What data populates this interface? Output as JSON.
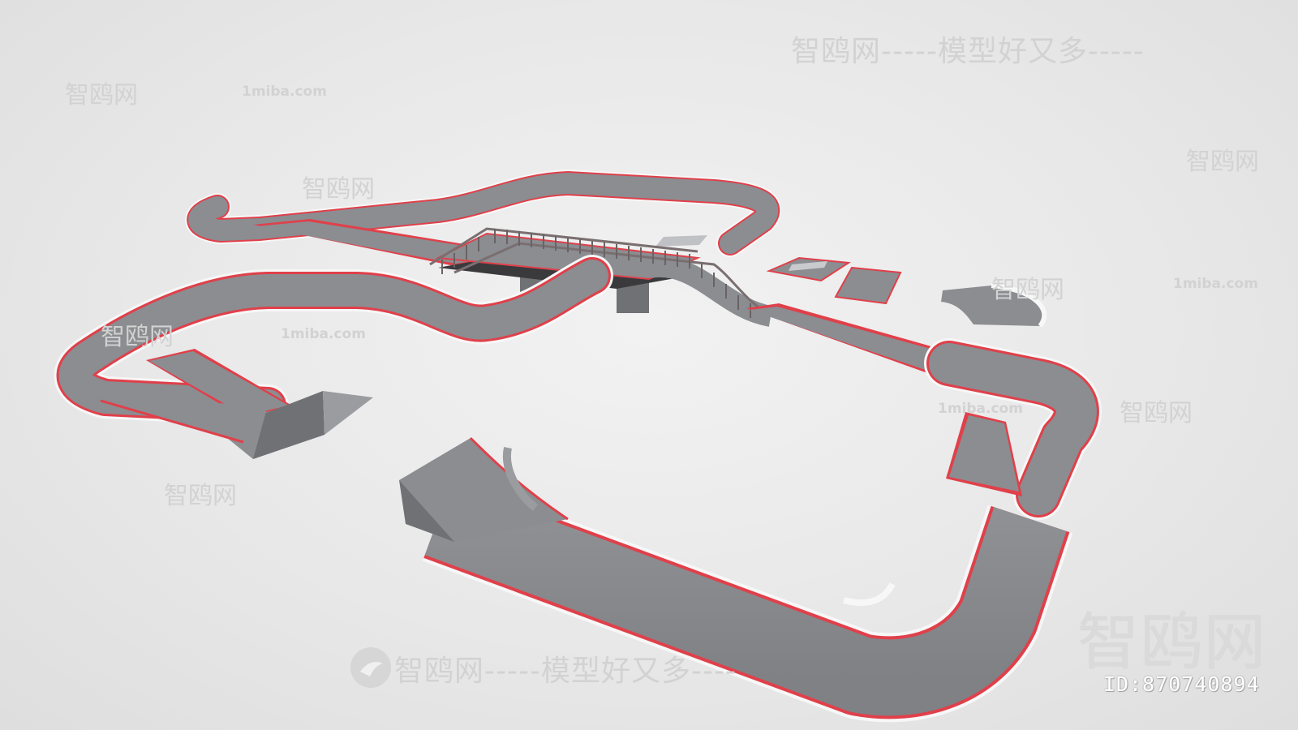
{
  "watermarks": {
    "line_top": "智鸥网-----模型好又多-----",
    "line_bottom": "智鸥网-----模型好又多----",
    "small": "智鸥网",
    "url": "1miba.com",
    "big": "智鸥网",
    "id_label": "ID:870740894"
  },
  "colors": {
    "background": "#e9e9e9",
    "track": "#8b8d91",
    "edge_red": "#e0404a",
    "curb_white": "#f7f7f7",
    "wall": "#6f7175",
    "watermark": "#d2d2d2"
  },
  "icons": {
    "logo": "bird-logo-icon"
  }
}
